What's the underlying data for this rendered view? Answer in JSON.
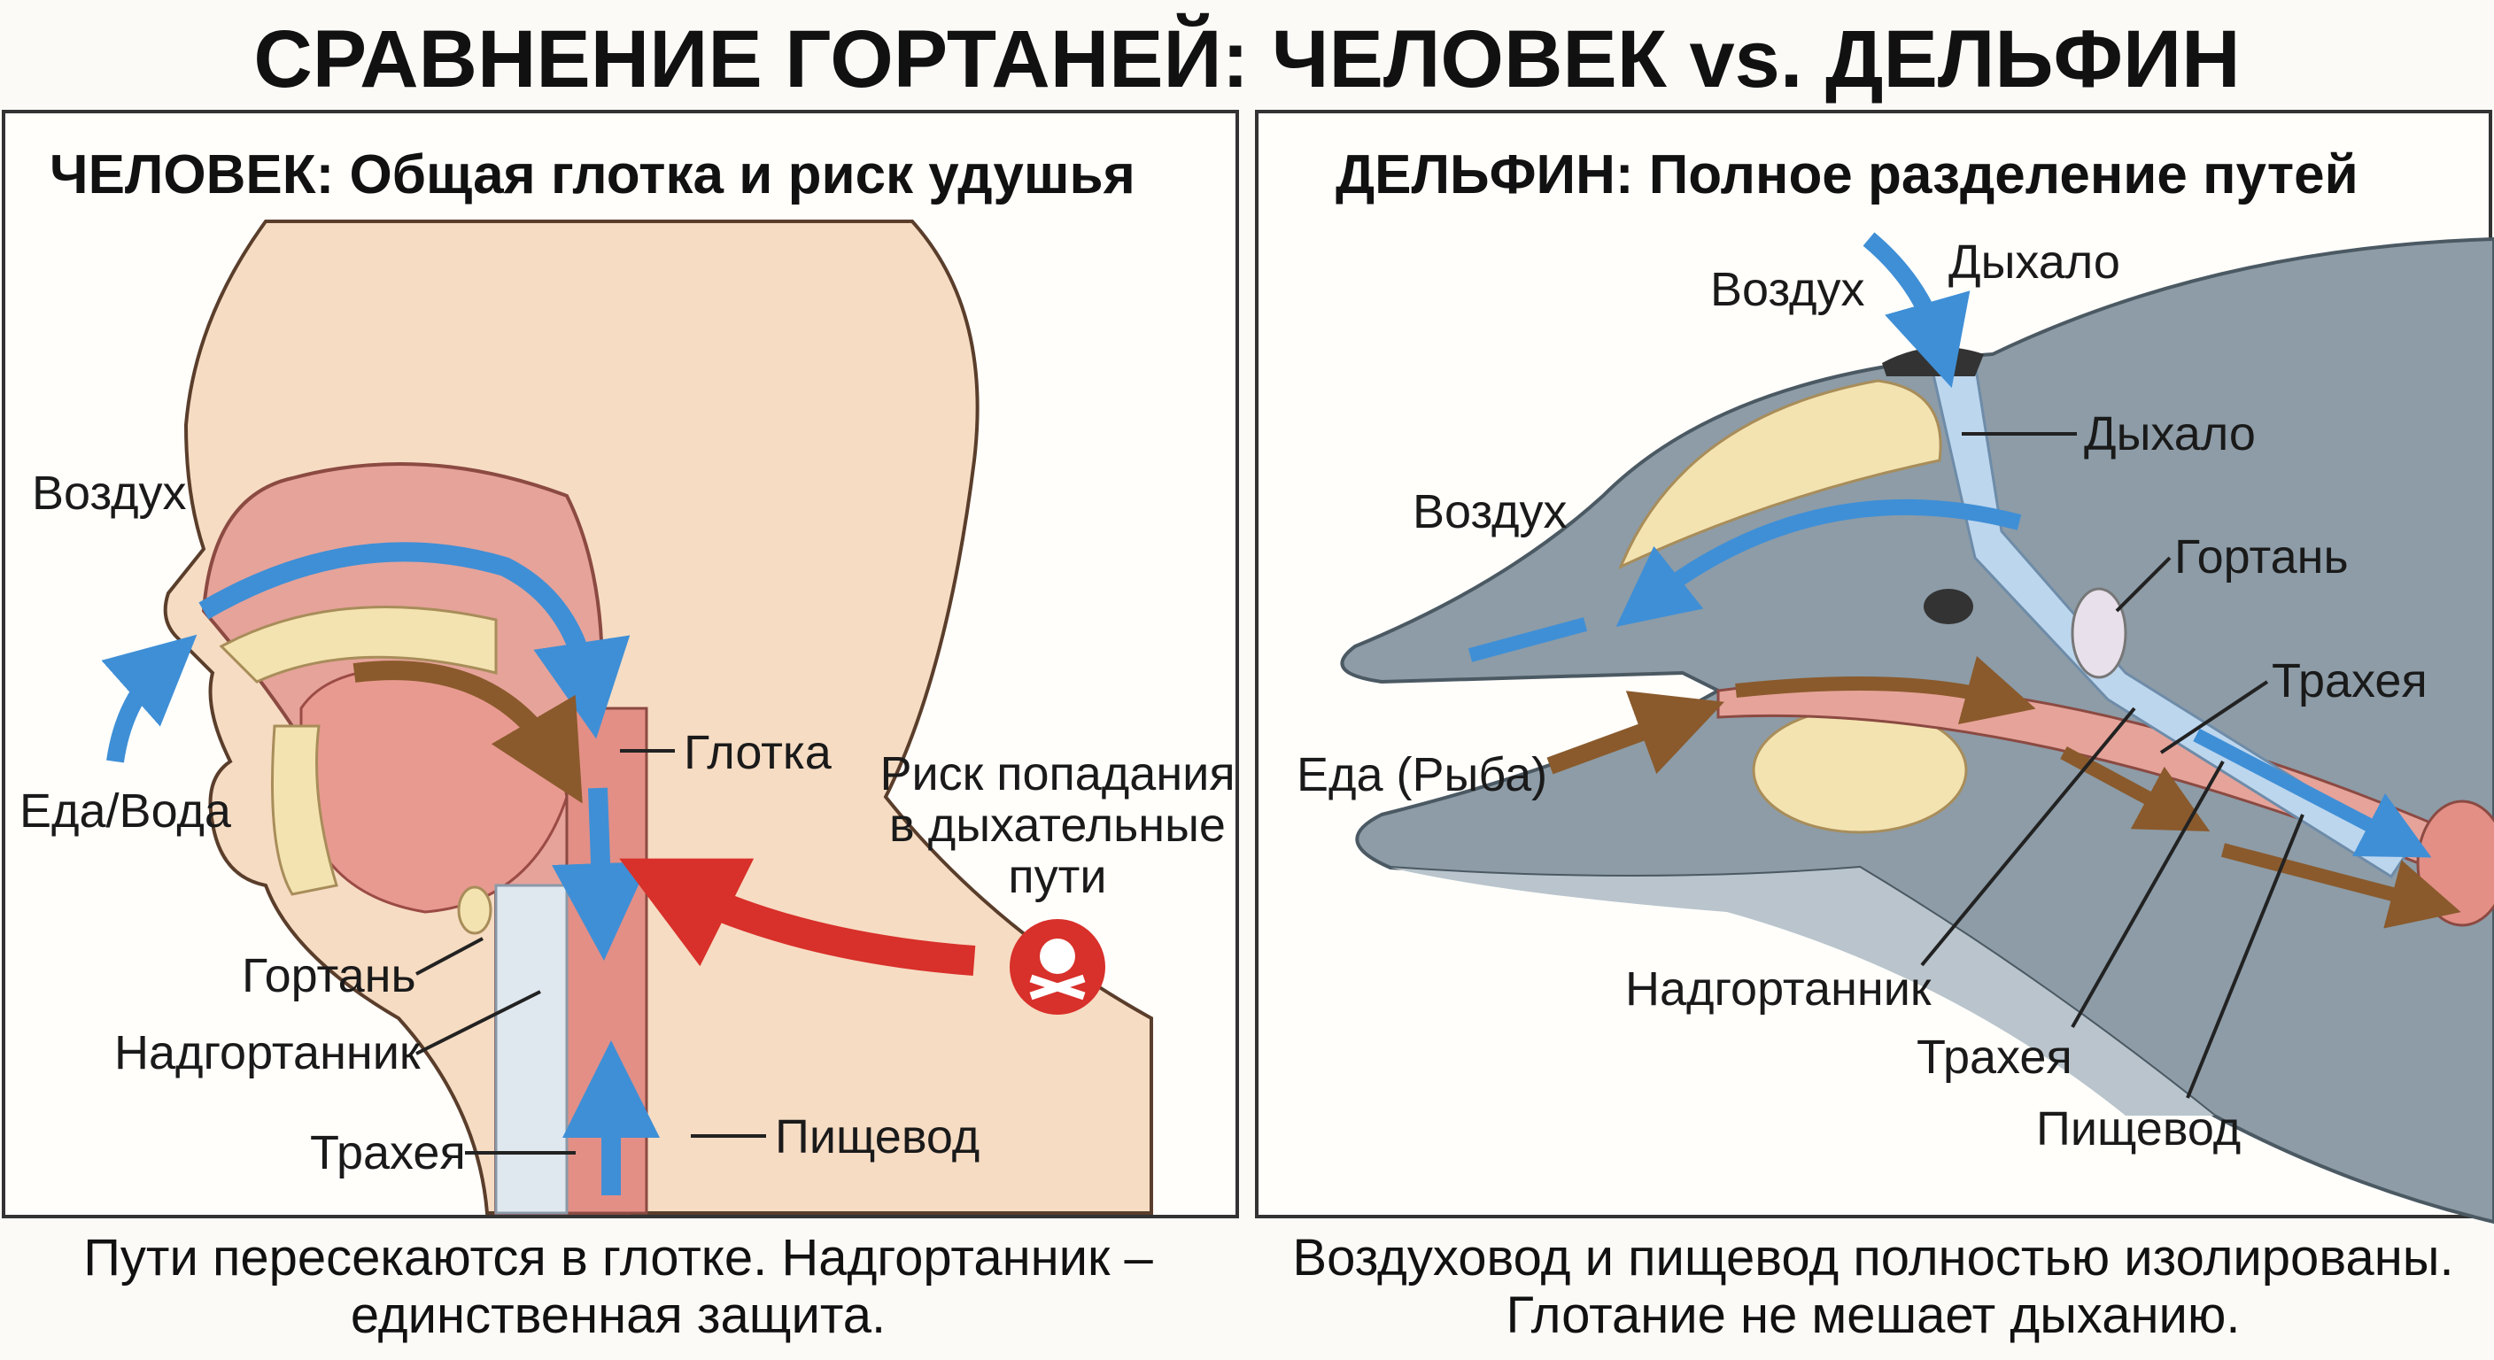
{
  "title": "СРАВНЕНИЕ ГОРТАНЕЙ: ЧЕЛОВЕК vs. ДЕЛЬФИН",
  "human": {
    "heading": "ЧЕЛОВЕК: Общая глотка и риск удушья",
    "labels": {
      "air": "Воздух",
      "food_water": "Еда/Вода",
      "pharynx": "Глотка",
      "risk": [
        "Риск попадания",
        "в дыхательные",
        "пути"
      ],
      "larynx": "Гортань",
      "epiglottis": "Надгортанник",
      "trachea": "Трахея",
      "esophagus": "Пищевод"
    },
    "caption": [
      "Пути пересекаются в глотке. Надгортанник –",
      "единственная защита."
    ]
  },
  "dolphin": {
    "heading": "ДЕЛЬФИН: Полное разделение путей",
    "labels": {
      "air_top": "Воздух",
      "blowhole_top": "Дыхало",
      "blowhole": "Дыхало",
      "air": "Воздух",
      "larynx": "Гортань",
      "trachea_upper": "Трахея",
      "food_fish": "Еда (Рыба)",
      "epiglottis": "Надгортанник",
      "trachea": "Трахея",
      "esophagus": "Пищевод"
    },
    "caption": [
      "Воздуховод и пищевод полностью изолированы.",
      "Глотание не мешает дыханию."
    ]
  },
  "colors": {
    "air_arrow": "#3f8fd6",
    "food_arrow": "#8a5a2c",
    "risk_arrow": "#d8302a",
    "skin": "#f6dcc3",
    "tissue": "#e6a39a",
    "dolphin": "#8d9ca7"
  }
}
